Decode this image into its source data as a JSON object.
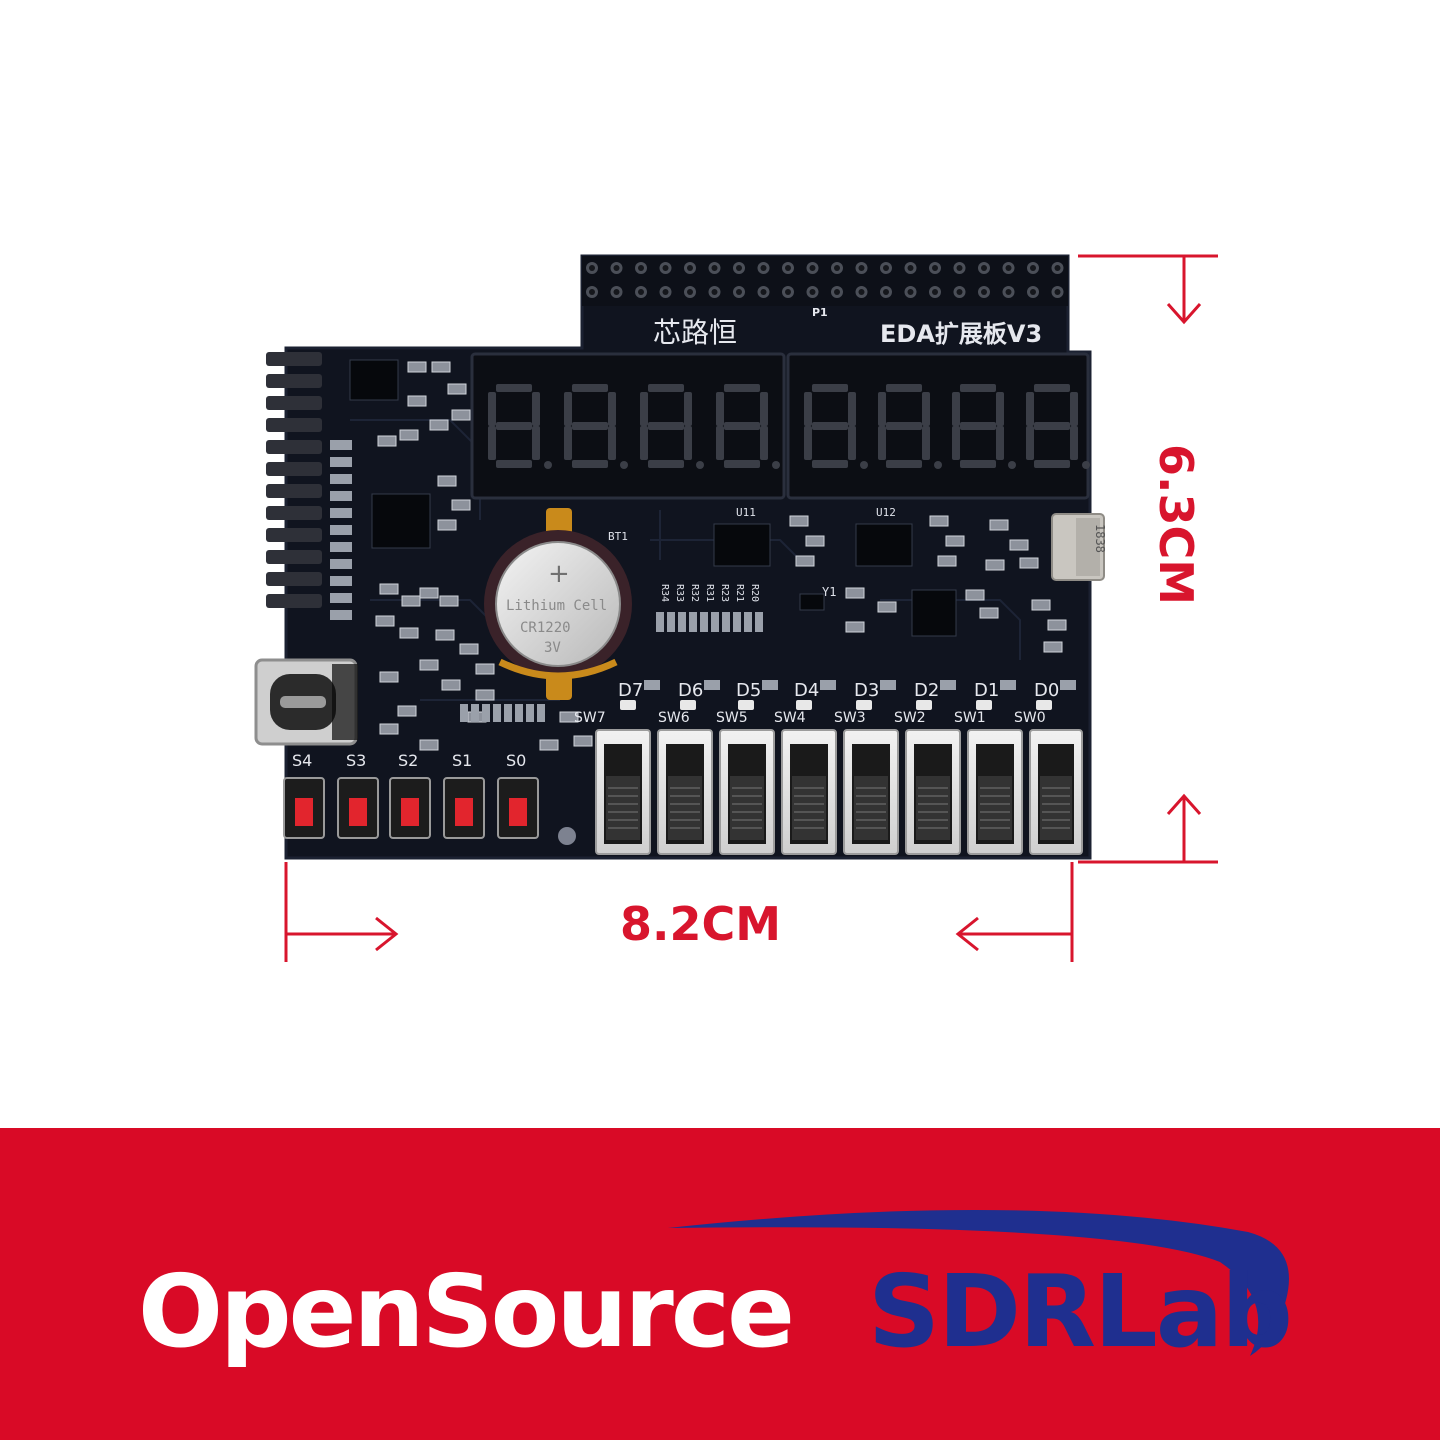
{
  "product": {
    "board_title_cn": "芯路恒",
    "board_title": "EDA扩展板V3",
    "header_label": "P1",
    "battery": {
      "plus": "+",
      "line1": "Lithium Cell",
      "line2": "CR1220",
      "line3": "3V",
      "ref": "BT1"
    },
    "inductor_code": "1838",
    "ic_labels": [
      "U11",
      "U12"
    ],
    "crystal_label": "Y1",
    "led_labels": [
      "D7",
      "D6",
      "D5",
      "D4",
      "D3",
      "D2",
      "D1",
      "D0"
    ],
    "switch_labels": [
      "SW7",
      "SW6",
      "SW5",
      "SW4",
      "SW3",
      "SW2",
      "SW1",
      "SW0"
    ],
    "button_labels": [
      "S4",
      "S3",
      "S2",
      "S1",
      "S0"
    ],
    "resistor_labels": [
      "R34",
      "R33",
      "R32",
      "R31",
      "R23",
      "R21",
      "R20"
    ]
  },
  "dimensions": {
    "height": "6.3CM",
    "width": "8.2CM",
    "color": "#d8152d"
  },
  "brand": {
    "part1": "OpenSource",
    "part2": "SDRLab",
    "banner_color": "#d90a26",
    "part1_color": "#ffffff",
    "part2_color": "#1f2f8f"
  }
}
